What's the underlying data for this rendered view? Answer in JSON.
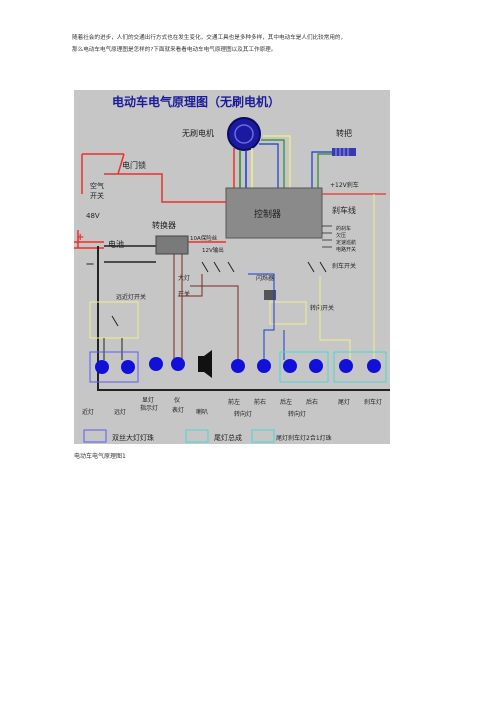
{
  "intro": {
    "line1": "随着社会的进步，人们的交通出行方式也在发生变化，交通工具也是多种多样，其中电动车是人们比较常用的，",
    "line2": "那么电动车电气原理图是怎样的?下面就来看看电动车电气原理图以及其工作原理。"
  },
  "diagram": {
    "title": "电动车电气原理图（无刷电机）",
    "labels": {
      "motor": "无刷电机",
      "handlebar": "转把",
      "door_lock": "电门锁",
      "air_switch_1": "空气",
      "air_switch_2": "开关",
      "voltage": "48V",
      "plus": "+",
      "minus": "—",
      "battery": "电池",
      "converter": "转换器",
      "controller": "控制器",
      "brake_12v": "+12V刹车",
      "brake_line": "刹车线",
      "fuse": "10A保险丝",
      "output_12v": "12V输出",
      "headlight": "大灯",
      "switch": "开关",
      "flasher": "闪烁器",
      "brake_switch": "刹车开关",
      "hilo_switch": "远近灯开关",
      "turn_switch": "转向开关",
      "legend_ctrl_1": "的刹车",
      "legend_ctrl_2": "欠压",
      "legend_ctrl_3": "定速巡航",
      "legend_ctrl_4": "电路开关",
      "low_beam": "近灯",
      "high_beam": "远灯",
      "dash_1": "显灯",
      "dash_2": "指示灯",
      "meter_1": "仪",
      "meter_2": "表灯",
      "horn": "喇叭",
      "front_left": "前左",
      "front_right": "前右",
      "rear_left": "后左",
      "rear_right": "后右",
      "turn_light": "转向灯",
      "turn_light2": "转向灯",
      "tail_light": "尾灯",
      "brake_light": "刹车灯",
      "legend_dual": "双丝大灯灯珠",
      "legend_tail": "尾灯总成",
      "legend_tail_brake": "尾灯刹车灯2合1灯珠"
    }
  },
  "caption": "电动车电气原理图1",
  "colors": {
    "red": "#e8322a",
    "yellow": "#f3f08a",
    "dark_red": "#7a2a1e",
    "black": "#222222",
    "blue_lamp": "#1010d8",
    "gray_box": "#8a8a8a",
    "bg_panel": "#c6c6c6",
    "title_blue": "#1a1a9a"
  }
}
